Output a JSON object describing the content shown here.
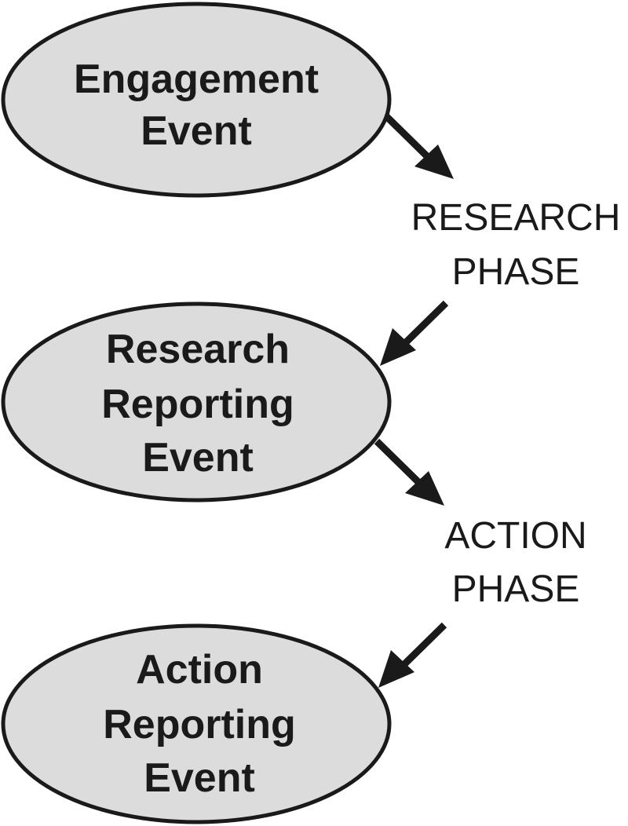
{
  "events": [
    {
      "lines": [
        "Engagement",
        "Event"
      ]
    },
    {
      "lines": [
        "Research",
        "Reporting",
        "Event"
      ]
    },
    {
      "lines": [
        "Action",
        "Reporting",
        "Event"
      ]
    }
  ],
  "phases": [
    {
      "lines": [
        "RESEARCH",
        "PHASE"
      ]
    },
    {
      "lines": [
        "ACTION",
        "PHASE"
      ]
    }
  ],
  "colors": {
    "ellipse_fill": "#dcdcdc",
    "stroke": "#1a1a1a"
  }
}
